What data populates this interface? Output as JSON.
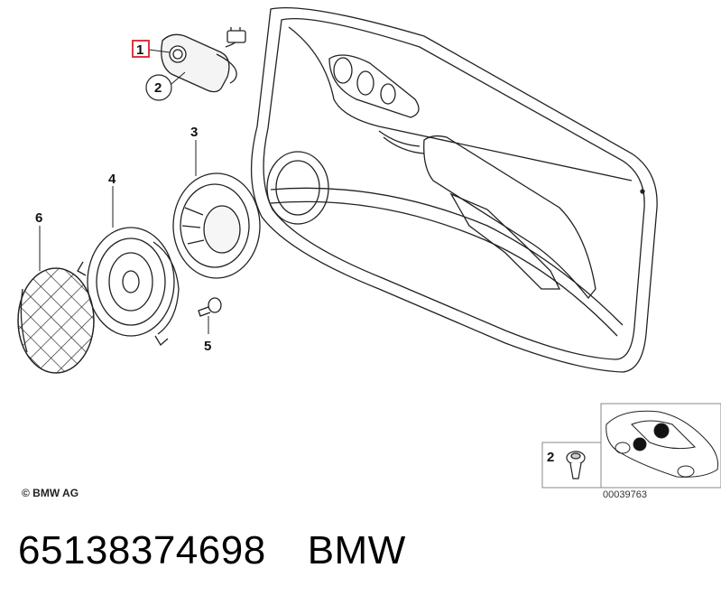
{
  "callouts": {
    "c1": "1",
    "c2": "2",
    "c3": "3",
    "c4": "4",
    "c5": "5",
    "c6": "6",
    "inset_part": "2"
  },
  "highlight_color": "#d9232e",
  "copyright": "© BMW AG",
  "diagram_code": "00039763",
  "caption": {
    "part_number": "65138374698",
    "brand": "BMW"
  }
}
